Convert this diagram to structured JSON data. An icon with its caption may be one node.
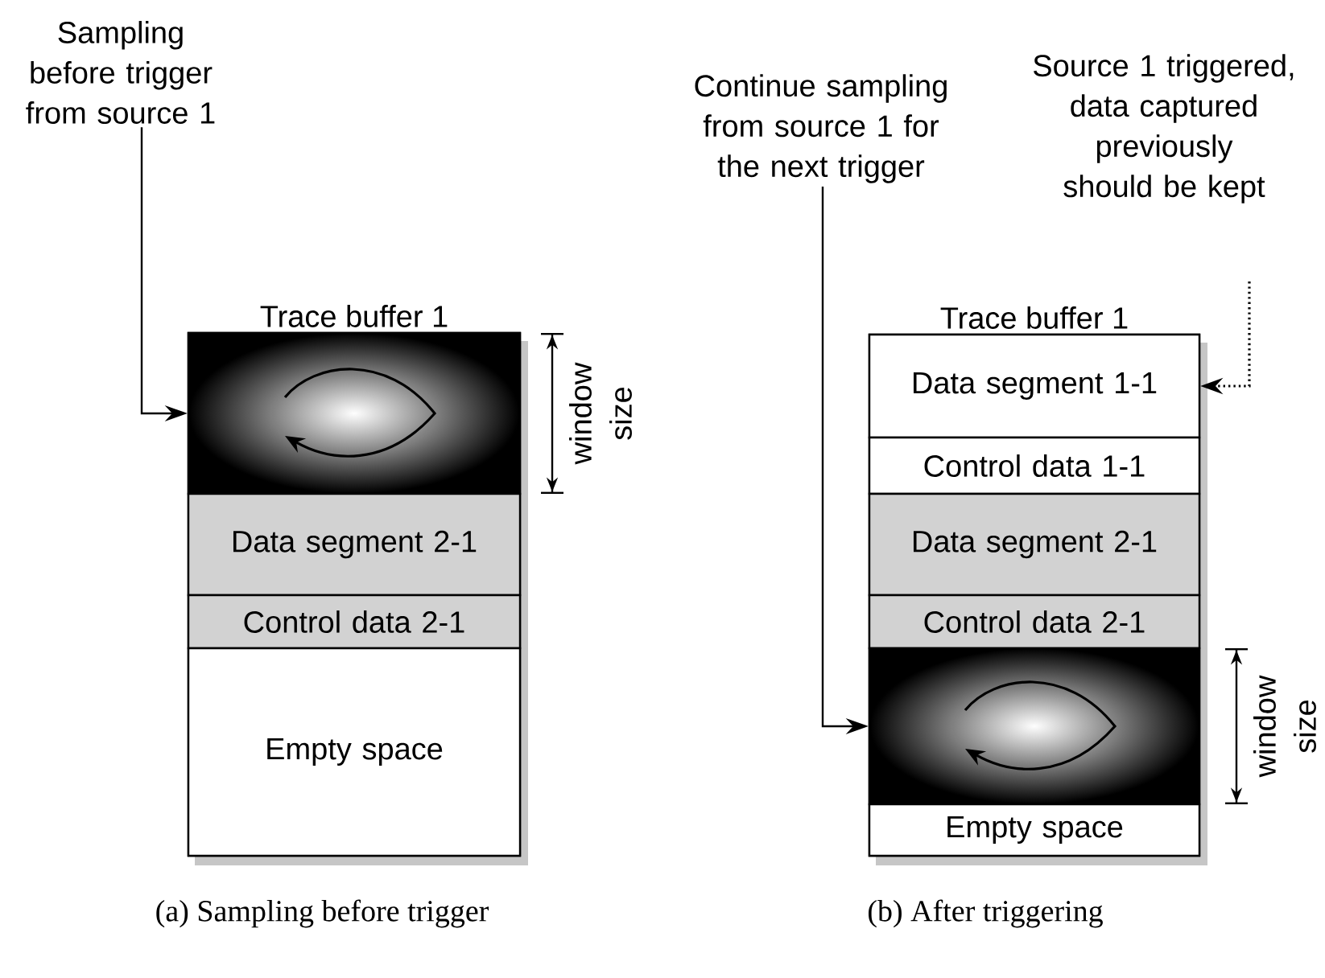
{
  "diagram": {
    "nodes": [
      {
        "text": [
          "Sampling before trigger from source 1"
        ]
      },
      {
        "text": [
          "Trace buffer 1"
        ]
      },
      {
        "text": [],
        "shape": "box",
        "in": 1
      },
      {
        "text": [
          "Data segment 2-1"
        ],
        "in": 1
      },
      {
        "text": [
          "Control data 2-1"
        ],
        "in": 1
      },
      {
        "text": [
          "Empty space"
        ],
        "in": 1
      },
      {
        "text": [
          "Continue sampling from source 1 for the next trigger"
        ]
      },
      {
        "text": [
          "Source 1 triggered, data captured previously should be kept"
        ]
      },
      {
        "text": [
          "Trace buffer 1"
        ]
      },
      {
        "text": [
          "Data segment 1-1"
        ],
        "in": 8
      },
      {
        "text": [
          "Control data 1-1"
        ],
        "in": 8
      },
      {
        "text": [
          "Data segment 2-1"
        ],
        "in": 8
      },
      {
        "text": [
          "Control data 2-1"
        ],
        "in": 8
      },
      {
        "text": [],
        "shape": "box",
        "in": 8
      },
      {
        "text": [
          "Empty space"
        ],
        "in": 8
      }
    ],
    "edges": [
      {
        "from": 0,
        "to": 2,
        "arrow": "to"
      },
      {
        "from": 6,
        "to": 13,
        "arrow": "to"
      },
      {
        "from": 7,
        "to": 9,
        "arrow": "to",
        "style": "dashed"
      }
    ],
    "labels": [
      "window size",
      "window size",
      "(a) Sampling before trigger",
      "(b) After triggering"
    ]
  }
}
